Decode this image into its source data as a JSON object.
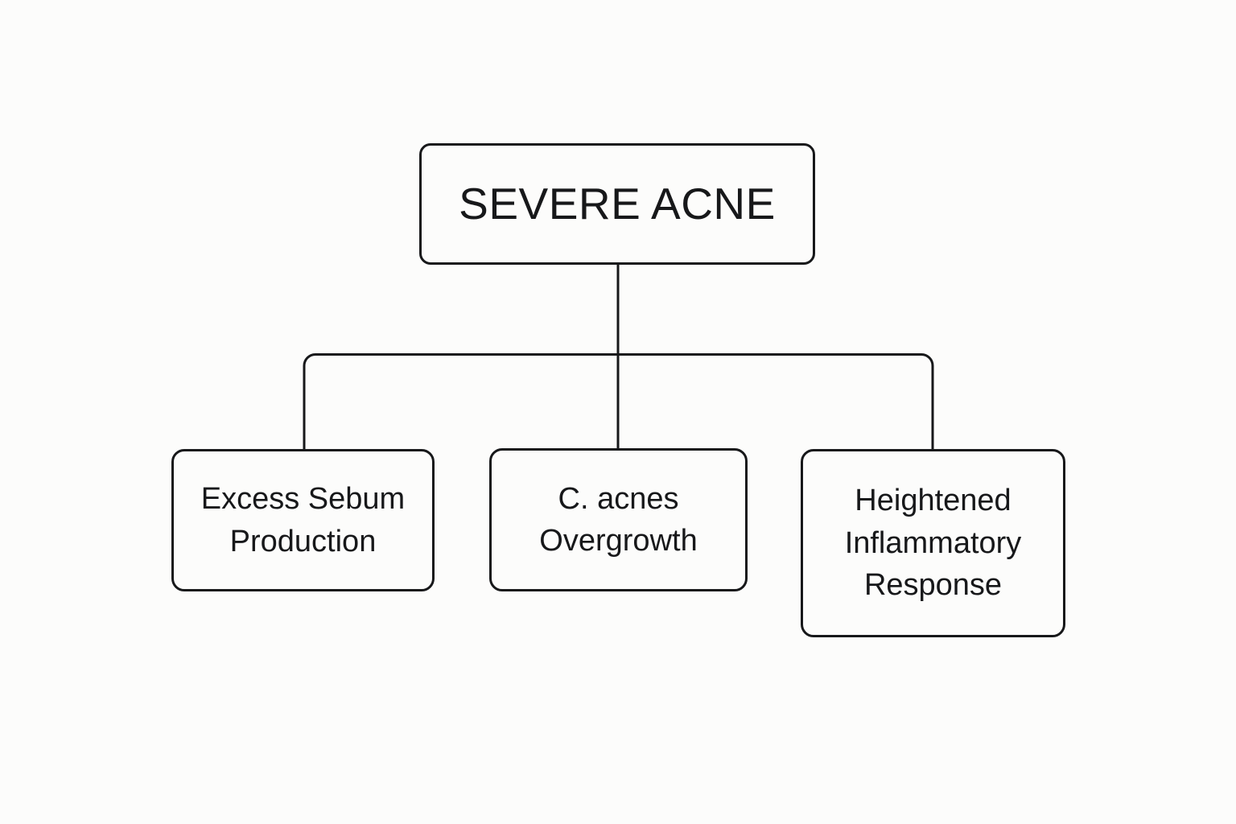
{
  "diagram": {
    "type": "hierarchy-tree",
    "orientation": "top-down",
    "background_color": "#fcfcfb",
    "line_color": "#17181a",
    "text_color": "#17181a",
    "root": {
      "id": "root",
      "label": "SEVERE ACNE"
    },
    "children": [
      {
        "id": "child-0",
        "label": "Excess Sebum\nProduction"
      },
      {
        "id": "child-1",
        "label": "C. acnes\nOvergrowth"
      },
      {
        "id": "child-2",
        "label": "Heightened\nInflammatory\nResponse"
      }
    ],
    "edges": [
      {
        "from": "root",
        "to": "child-0"
      },
      {
        "from": "root",
        "to": "child-1"
      },
      {
        "from": "root",
        "to": "child-2"
      }
    ]
  }
}
